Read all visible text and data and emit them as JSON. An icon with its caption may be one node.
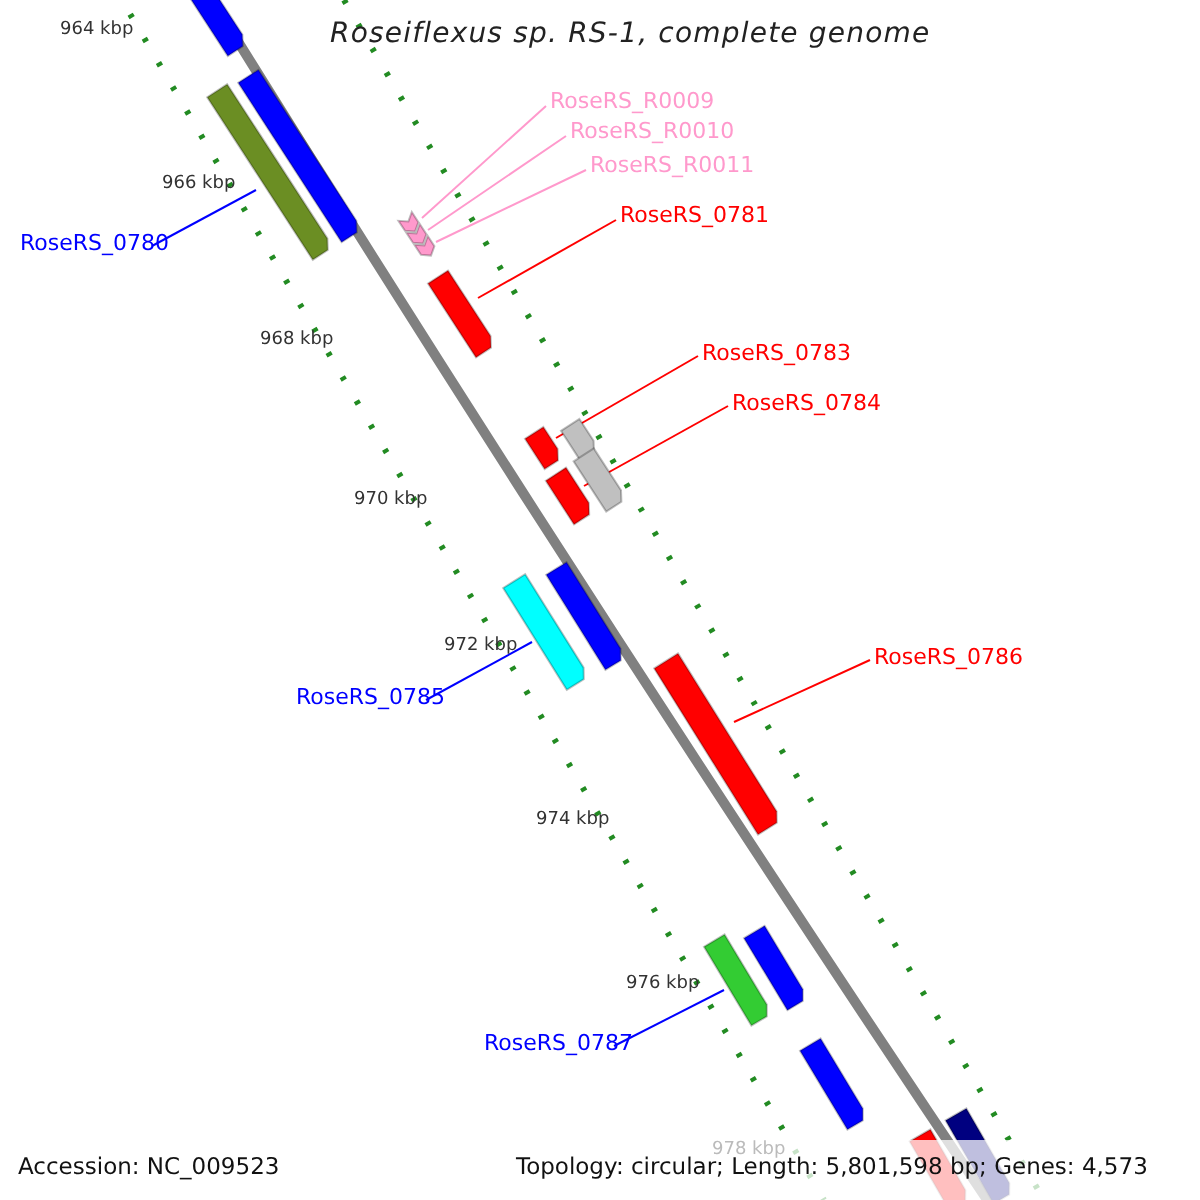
{
  "diagram": {
    "title": "Roseiflexus sp. RS-1, complete genome",
    "nodes": [
      {
        "text": [
          "RoseRS_R0009"
        ]
      },
      {
        "text": [
          "RoseRS_R0010"
        ]
      },
      {
        "text": [
          "RoseRS_R0011"
        ]
      },
      {
        "text": [
          "RoseRS_0780"
        ]
      },
      {
        "text": [
          "RoseRS_0781"
        ]
      },
      {
        "text": [
          "RoseRS_0783"
        ]
      },
      {
        "text": [
          "RoseRS_0784"
        ]
      },
      {
        "text": [
          "RoseRS_0785"
        ]
      },
      {
        "text": [
          "RoseRS_0786"
        ]
      },
      {
        "text": [
          "RoseRS_0787"
        ]
      },
      {
        "text": [],
        "shape": "bar"
      },
      {
        "text": [],
        "shape": "bar"
      },
      {
        "text": [],
        "shape": "bar"
      },
      {
        "text": [],
        "shape": "arrow"
      },
      {
        "text": [],
        "shape": "arrow"
      },
      {
        "text": [],
        "shape": "arrow"
      },
      {
        "text": [],
        "shape": "bar"
      },
      {
        "text": [],
        "shape": "bar"
      },
      {
        "text": [],
        "shape": "bar"
      },
      {
        "text": [],
        "shape": "bar"
      },
      {
        "text": [],
        "shape": "bar"
      },
      {
        "text": [],
        "shape": "bar"
      },
      {
        "text": [],
        "shape": "bar"
      },
      {
        "text": [],
        "shape": "bar"
      },
      {
        "text": [],
        "shape": "bar"
      },
      {
        "text": [],
        "shape": "bar"
      },
      {
        "text": [],
        "shape": "bar"
      },
      {
        "text": [],
        "shape": "bar"
      },
      {
        "text": [],
        "shape": "bar"
      }
    ],
    "edges": [
      {
        "from": 0,
        "to": 13,
        "arrow": "none",
        "color": "#ff99cc"
      },
      {
        "from": 1,
        "to": 14,
        "arrow": "none",
        "color": "#ff99cc"
      },
      {
        "from": 2,
        "to": 15,
        "arrow": "none",
        "color": "#ff99cc"
      },
      {
        "from": 3,
        "to": 12,
        "arrow": "none",
        "color": "#0000ff"
      },
      {
        "from": 4,
        "to": 16,
        "arrow": "none"
      },
      {
        "from": 5,
        "to": 17,
        "arrow": "none"
      },
      {
        "from": 6,
        "to": 19,
        "arrow": "none"
      },
      {
        "from": 7,
        "to": 21,
        "arrow": "none",
        "color": "#0000ff"
      },
      {
        "from": 8,
        "to": 23,
        "arrow": "none"
      },
      {
        "from": 9,
        "to": 24,
        "arrow": "none",
        "color": "#0000ff"
      }
    ],
    "labels": [
      "964 kbp",
      "966 kbp",
      "968 kbp",
      "970 kbp",
      "972 kbp",
      "974 kbp",
      "976 kbp",
      "978 kbp",
      "Accession: NC_009523",
      "Topology: circular; Length: 5,801,598 bp; Genes: 4,573"
    ]
  }
}
